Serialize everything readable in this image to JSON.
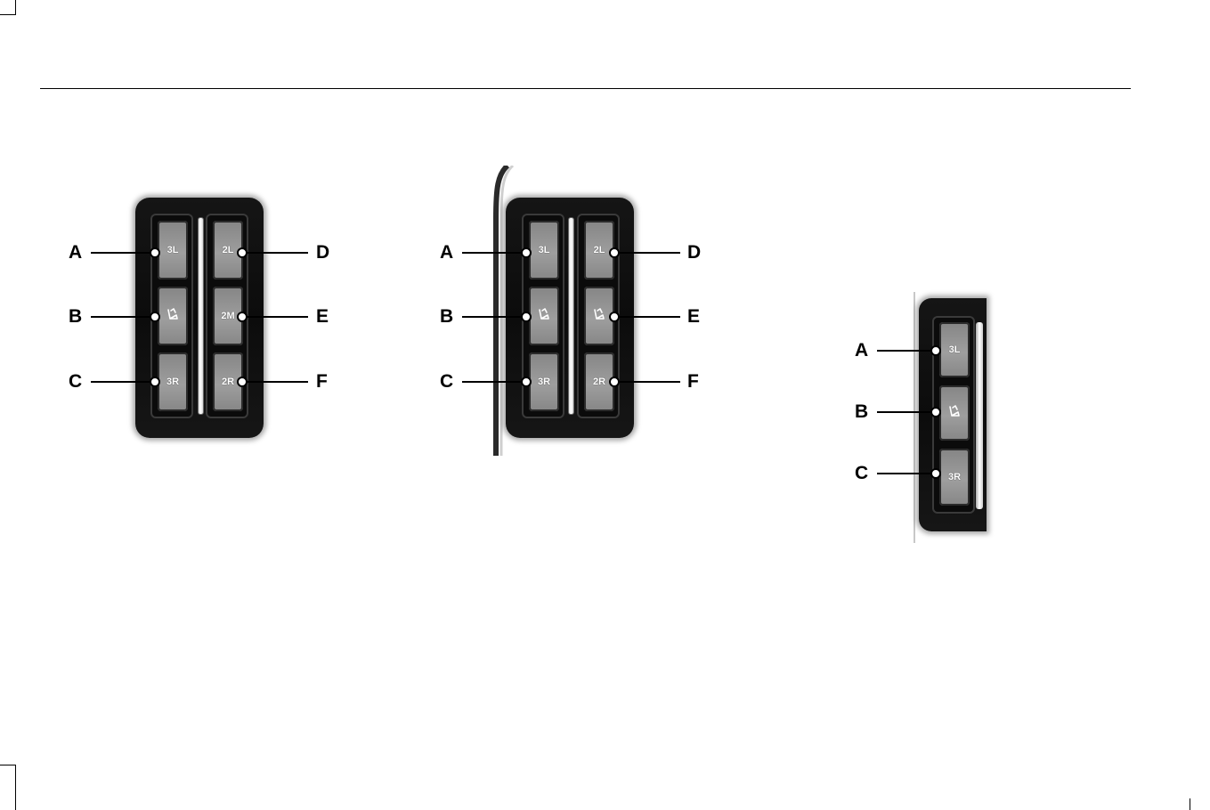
{
  "figures": [
    {
      "left_buttons": [
        {
          "label": "3L",
          "icon": null,
          "callout": "A"
        },
        {
          "label": "",
          "icon": "seat-fold-icon",
          "callout": "B"
        },
        {
          "label": "3R",
          "icon": null,
          "callout": "C"
        }
      ],
      "right_buttons": [
        {
          "label": "2L",
          "icon": null,
          "callout": "D"
        },
        {
          "label": "2M",
          "icon": null,
          "callout": "E"
        },
        {
          "label": "2R",
          "icon": null,
          "callout": "F"
        }
      ]
    },
    {
      "left_buttons": [
        {
          "label": "3L",
          "icon": null,
          "callout": "A"
        },
        {
          "label": "",
          "icon": "seat-fold-icon",
          "callout": "B"
        },
        {
          "label": "3R",
          "icon": null,
          "callout": "C"
        }
      ],
      "right_buttons": [
        {
          "label": "2L",
          "icon": null,
          "callout": "D"
        },
        {
          "label": "",
          "icon": "seat-fold-icon",
          "callout": "E"
        },
        {
          "label": "2R",
          "icon": null,
          "callout": "F"
        }
      ]
    },
    {
      "left_buttons": [
        {
          "label": "3L",
          "icon": null,
          "callout": "A"
        },
        {
          "label": "",
          "icon": "seat-fold-icon",
          "callout": "B"
        },
        {
          "label": "3R",
          "icon": null,
          "callout": "C"
        }
      ]
    }
  ]
}
